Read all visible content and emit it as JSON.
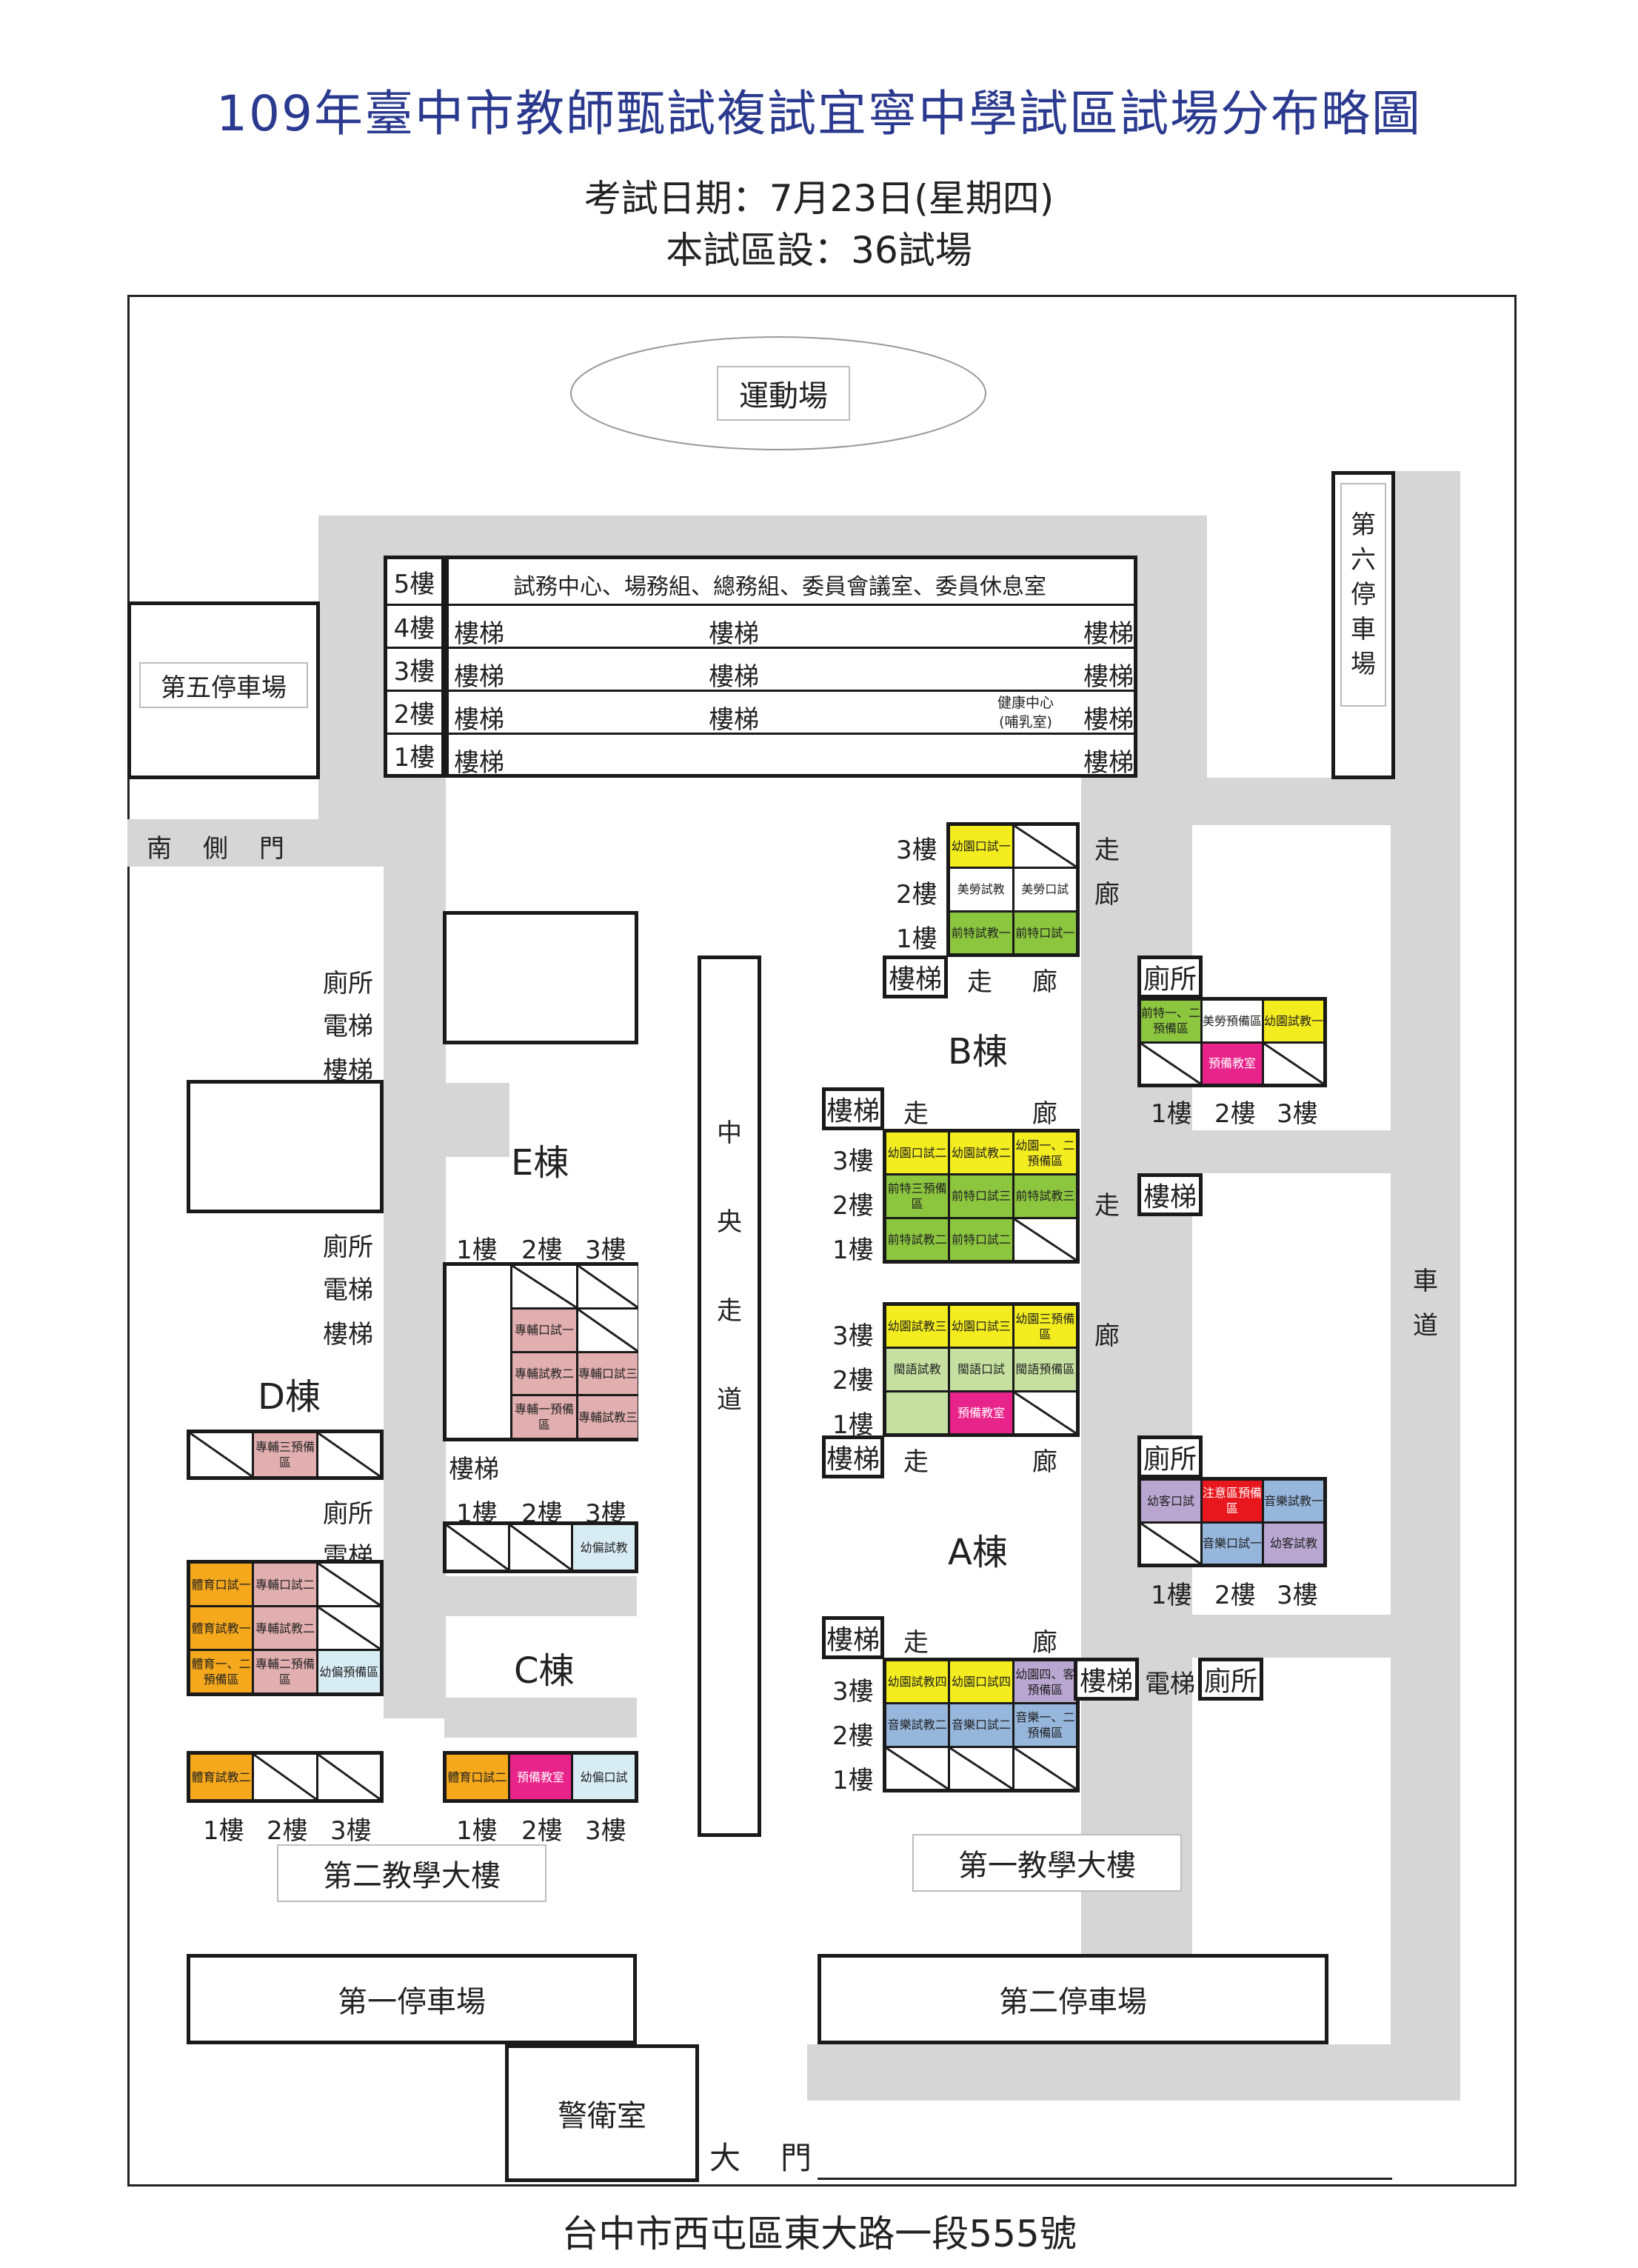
{
  "header": {
    "title": "109年臺中市教師甄試複試宜寧中學試區試場分布略圖",
    "date": "考試日期：7月23日(星期四)",
    "rooms": "本試區設：36試場"
  },
  "footer": {
    "address": "台中市西屯區東大路一段555號"
  },
  "places": {
    "stadium": "運動場",
    "parking5": "第五停車場",
    "parking6": "第六停車場",
    "south_gate": "南　側　門",
    "central_walkway": "中央走道",
    "road": "車道",
    "parking1": "第一停車場",
    "parking2": "第二停車場",
    "guard": "警衛室",
    "main_gate": "大　門",
    "teaching2": "第二教學大樓",
    "teaching1": "第一教學大樓"
  },
  "main_building": {
    "floor5": {
      "label": "5樓",
      "text": "試務中心、場務組、總務組、委員會議室、委員休息室"
    },
    "floor4": {
      "label": "4樓",
      "s1": "樓梯",
      "s2": "樓梯",
      "s3": "樓梯"
    },
    "floor3": {
      "label": "3樓",
      "s1": "樓梯",
      "s2": "樓梯",
      "s3": "樓梯"
    },
    "floor2": {
      "label": "2樓",
      "s1": "樓梯",
      "s2": "樓梯",
      "health": "健康中心",
      "nursing": "(哺乳室)",
      "s3": "樓梯"
    },
    "floor1": {
      "label": "1樓",
      "s1": "樓梯",
      "s3": "樓梯"
    }
  },
  "labels": {
    "f1": "1樓",
    "f2": "2樓",
    "f3": "3樓",
    "stair": "樓梯",
    "toilet": "廁所",
    "elevator": "電梯",
    "corridor": "走",
    "corridor2": "廊"
  },
  "buildings": {
    "E": "E棟",
    "D": "D棟",
    "C": "C棟",
    "B": "B棟",
    "A": "A棟"
  },
  "rooms": {
    "b_n3a": "幼園口試一",
    "b_n2a": "美勞試教",
    "b_n2b": "美勞口試",
    "b_n1a": "前特試教一",
    "b_n1b": "前特口試一",
    "b_e1": "前特一、二預備區",
    "b_e2": "美勞預備區",
    "b_e3": "幼園試教一",
    "b_e4": "預備教室",
    "b_s3a": "幼園口試二",
    "b_s3b": "幼園試教二",
    "b_s3c": "幼園一、二預備區",
    "b_s2a": "前特三預備區",
    "b_s2b": "前特口試三",
    "b_s2c": "前特試教三",
    "b_s1a": "前特試教二",
    "b_s1b": "前特口試二",
    "a_n3a": "幼園試教三",
    "a_n3b": "幼園口試三",
    "a_n3c": "幼園三預備區",
    "a_n2a": "閩語試教",
    "a_n2b": "閩語口試",
    "a_n2c": "閩語預備區",
    "a_n1b": "預備教室",
    "a_e1": "注意區預備區",
    "a_e2": "音樂試教一",
    "a_e3": "幼客口試",
    "a_e4": "音樂口試一",
    "a_e5": "幼客試教",
    "a_s3a": "幼園試教四",
    "a_s3b": "幼園口試四",
    "a_s3c": "幼園四、客預備區",
    "a_s2a": "音樂試教二",
    "a_s2b": "音樂口試二",
    "a_s2c": "音樂一、二預備區",
    "e_1": "專輔口試一",
    "e_2": "專輔試教二",
    "e_3": "專輔口試三",
    "e_4": "專輔一預備區",
    "e_5": "專輔試教三",
    "d_mid": "專輔三預備區",
    "d_1": "體育口試一",
    "d_2": "專輔口試二",
    "d_3": "體育試教一",
    "d_4": "專輔試教二",
    "d_5": "體育一、二預備區",
    "d_6": "專輔二預備區",
    "d_7": "幼偏預備區",
    "d_8": "體育試教二",
    "c_1": "幼偏試教",
    "c_2": "體育口試二",
    "c_3": "預備教室",
    "c_4": "幼偏口試"
  }
}
